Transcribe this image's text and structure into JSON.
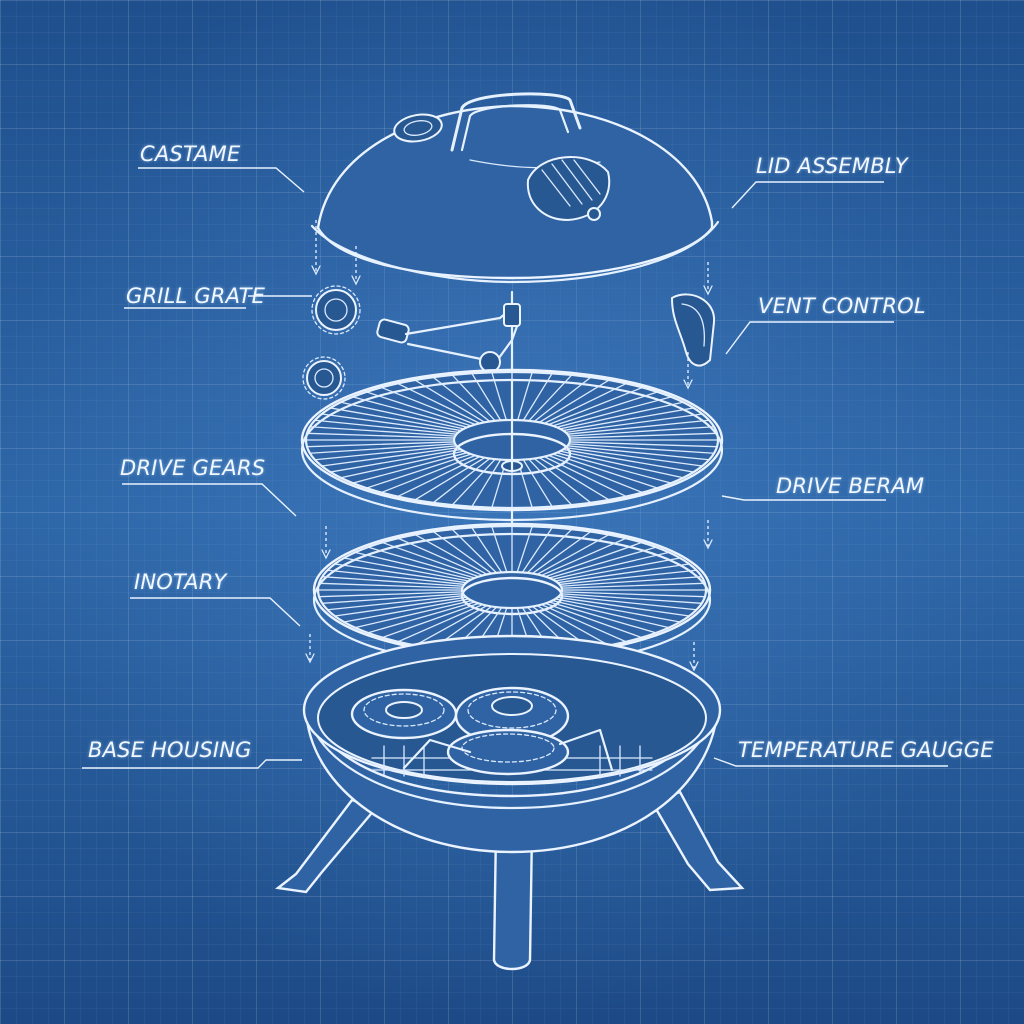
{
  "diagram": {
    "callouts": {
      "castame": "CASTAME",
      "grill_grate": "GRILL GRATE",
      "drive_gears": "DRIVE GEARS",
      "inotary": "INOTARY",
      "base_housing": "BASE HOUSING",
      "lid_assembly": "LID ASSEMBLY",
      "vent_control": "VENT CONTROL",
      "drive_beram": "DRIVE BERAM",
      "temperature_gauge": "TEMPERATURE GAUGGE"
    }
  },
  "colors": {
    "background": "#2a5f9e",
    "linework": "#e6f1ff",
    "part_fill": "#2f63a3"
  }
}
